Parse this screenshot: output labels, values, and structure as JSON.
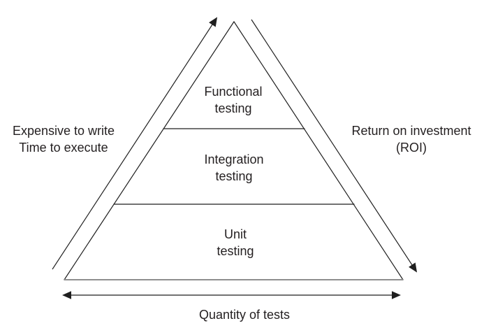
{
  "diagram": {
    "type": "pyramid",
    "subject": "software-test-pyramid",
    "levels": [
      {
        "name": "functional",
        "line1": "Functional",
        "line2": "testing"
      },
      {
        "name": "integration",
        "line1": "Integration",
        "line2": "testing"
      },
      {
        "name": "unit",
        "line1": "Unit",
        "line2": "testing"
      }
    ],
    "left_label": {
      "line1": "Expensive to write",
      "line2": "Time to execute"
    },
    "right_label": {
      "line1": "Return on investment",
      "line2": "(ROI)"
    },
    "bottom_label": "Quantity of tests",
    "colors": {
      "line": "#1f1f1f",
      "base_line": "#8f8f8f",
      "text": "#231f20",
      "background": "#ffffff"
    }
  }
}
